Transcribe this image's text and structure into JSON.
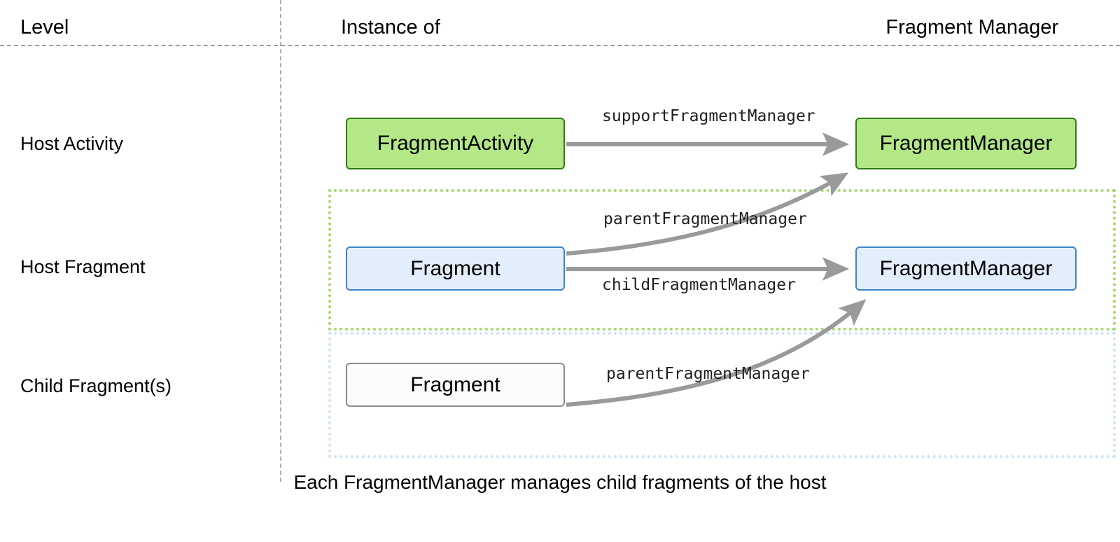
{
  "header": {
    "columns": [
      {
        "key": "level",
        "label": "Level"
      },
      {
        "key": "instance",
        "label": "Instance of"
      },
      {
        "key": "manager",
        "label": "Fragment Manager"
      }
    ]
  },
  "rows": [
    {
      "level_label": "Host Activity",
      "instance_node": "FragmentActivity",
      "manager_node": "FragmentManager",
      "node_style": "green"
    },
    {
      "level_label": "Host Fragment",
      "instance_node": "Fragment",
      "manager_node": "FragmentManager",
      "node_style": "blue"
    },
    {
      "level_label": "Child Fragment(s)",
      "instance_node": "Fragment",
      "manager_node": "",
      "node_style": "plain"
    }
  ],
  "edges": [
    {
      "id": "support-fragment-manager",
      "label": "supportFragmentManager",
      "from": "FragmentActivity",
      "to": "FragmentManager (activity)"
    },
    {
      "id": "parent-fragment-manager-host",
      "label": "parentFragmentManager",
      "from": "Fragment (host)",
      "to": "FragmentManager (activity)"
    },
    {
      "id": "child-fragment-manager",
      "label": "childFragmentManager",
      "from": "Fragment (host)",
      "to": "FragmentManager (host fragment)"
    },
    {
      "id": "parent-fragment-manager-child",
      "label": "parentFragmentManager",
      "from": "Fragment (child)",
      "to": "FragmentManager (host fragment)"
    }
  ],
  "groups": [
    {
      "id": "host-fragment-group",
      "style": "green-dotted"
    },
    {
      "id": "child-fragment-group",
      "style": "blue-dotted"
    }
  ],
  "caption": "Each FragmentManager manages child fragments of the host",
  "colors": {
    "green_fill": "#b4e887",
    "green_border": "#2f7d16",
    "blue_fill": "#e2eefb",
    "blue_border": "#3d85c6",
    "plain_fill": "#fbfbfb",
    "plain_border": "#8a8a8a",
    "arrow": "#9a9a9a",
    "group_green": "#a5d96a",
    "group_blue": "#cfe3f7",
    "rule": "#9b9b9b",
    "text": "#000000"
  }
}
